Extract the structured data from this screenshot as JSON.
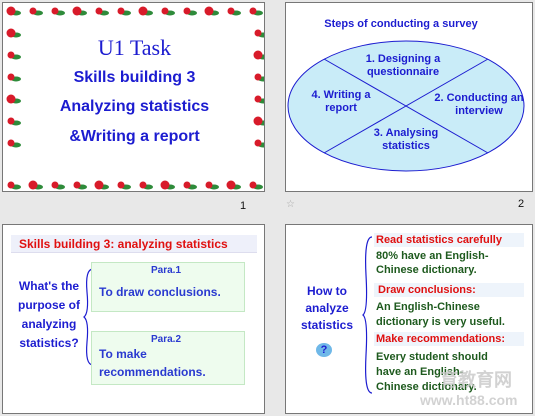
{
  "slide1": {
    "title": "U1 Task",
    "line1": "Skills building 3",
    "line2": "Analyzing statistics",
    "line3": "&Writing a report",
    "page_number": "1"
  },
  "slide2": {
    "title": "Steps of conducting a survey",
    "step1": "1. Designing a questionnaire",
    "step2": "2. Conducting an interview",
    "step3": "3. Analysing statistics",
    "step4": "4. Writing a report",
    "page_number": "2"
  },
  "slide3": {
    "heading": "Skills building 3: analyzing statistics",
    "question": "What's the purpose of analyzing statistics?",
    "para1_label": "Para.1",
    "para1_text": "To draw conclusions.",
    "para2_label": "Para.2",
    "para2_text": "To make recommendations."
  },
  "slide4": {
    "topic": "How to analyze statistics",
    "h1": "Read statistics carefully",
    "t1": "80% have an English-Chinese dictionary.",
    "h2": "Draw conclusions:",
    "t2": "An English-Chinese dictionary is very useful.",
    "h3": "Make recommendations:",
    "t3": "Every student should have an English-Chinese dictionary."
  },
  "watermark": {
    "line1": "育教育网",
    "line2": "www.ht88.com"
  },
  "colors": {
    "title_blue": "#1c1cd0",
    "ellipse_fill": "#c9ecf8",
    "heading_red": "#e01010",
    "text_green": "#1e5a1e",
    "para_blue": "#2a3ad0"
  }
}
